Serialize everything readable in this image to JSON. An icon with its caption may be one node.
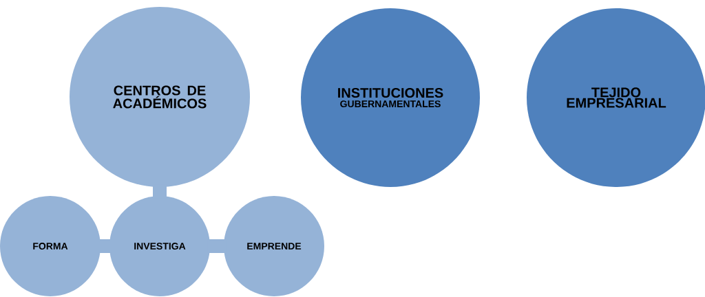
{
  "diagram": {
    "nodes": [
      {
        "text": [
          "CENTROS DE ACADÉMICOS"
        ]
      },
      {
        "text": [
          "INSTITUCIONES",
          "GUBERNAMENTALES"
        ]
      },
      {
        "text": [
          "TEJIDO EMPRESARIAL"
        ]
      },
      {
        "text": [
          "FORMA"
        ]
      },
      {
        "text": [
          "INVESTIGA"
        ]
      },
      {
        "text": [
          "EMPRENDE"
        ]
      }
    ],
    "edges": [
      {
        "from": 0,
        "to": 4,
        "arrow": "none"
      },
      {
        "from": 3,
        "to": 4,
        "arrow": "none"
      },
      {
        "from": 4,
        "to": 5,
        "arrow": "none"
      }
    ]
  }
}
